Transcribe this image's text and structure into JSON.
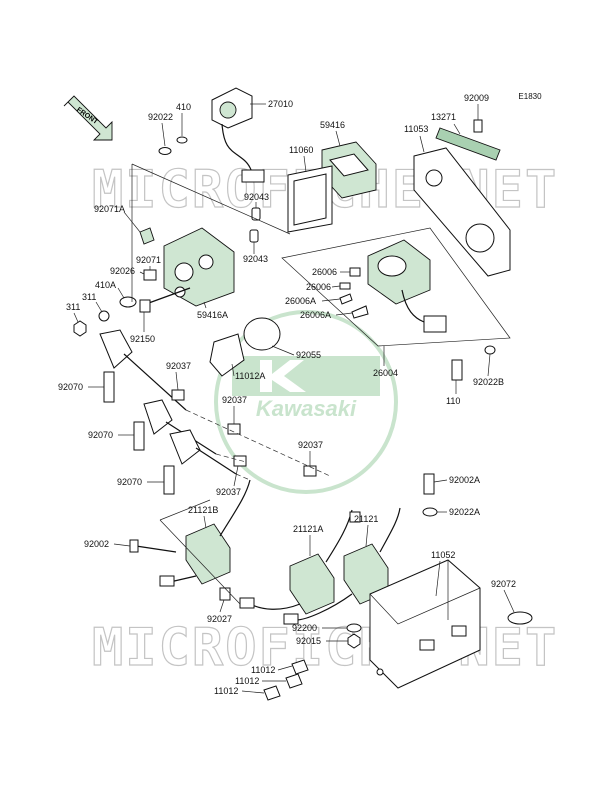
{
  "diagram_code": "E1830",
  "front_label": "FRONT",
  "watermark": {
    "brand": "MICROFICHE.NET",
    "logo_text": "Kawasaki"
  },
  "parts": [
    "92009",
    "13271",
    "11053",
    "410",
    "27010",
    "92022",
    "59416",
    "11060",
    "92043",
    "92071A",
    "92043",
    "26006",
    "26006",
    "26006A",
    "26006A",
    "92071",
    "92026",
    "410A",
    "311",
    "311",
    "59416A",
    "92150",
    "92055",
    "26004",
    "92037",
    "11012A",
    "92022B",
    "92070",
    "110",
    "92037",
    "92070",
    "92037",
    "92070",
    "92037",
    "92002A",
    "21121B",
    "92022A",
    "21121A",
    "21121",
    "92002",
    "11052",
    "92072",
    "92027",
    "92200",
    "92015",
    "11012",
    "11012",
    "11012"
  ]
}
